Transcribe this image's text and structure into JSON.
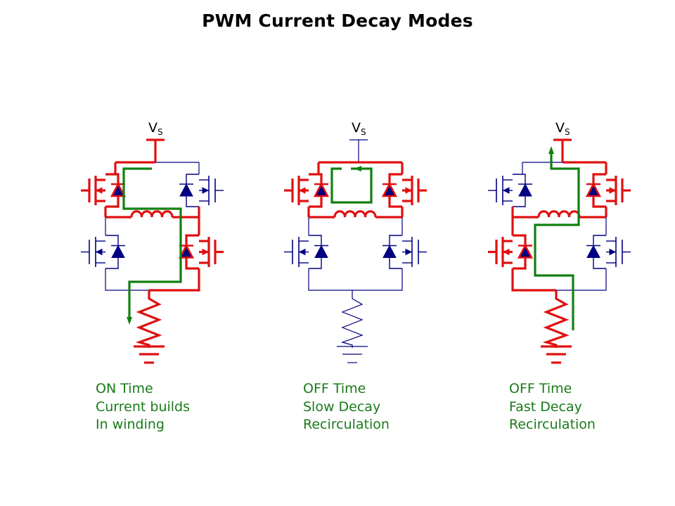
{
  "title": "PWM Current Decay Modes",
  "colors": {
    "active": "#e01010",
    "inactive": "#000080",
    "current_path": "#118011",
    "caption": "#1a7a1a"
  },
  "supply_label": {
    "main": "V",
    "sub": "S"
  },
  "circuits": [
    {
      "id": "on-time",
      "caption": [
        "ON Time",
        "Current builds",
        "In winding"
      ],
      "switches": {
        "high_left": "on",
        "high_right": "off",
        "low_left": "off",
        "low_right": "on"
      },
      "sense_resistor_active": true,
      "supply_active": true,
      "current_path_arrow": "down-to-ground"
    },
    {
      "id": "slow-decay",
      "caption": [
        "OFF Time",
        "Slow Decay",
        "Recirculation"
      ],
      "switches": {
        "high_left": "on",
        "high_right": "on",
        "low_left": "off",
        "low_right": "off"
      },
      "sense_resistor_active": false,
      "supply_active": false,
      "current_path_arrow": "loop-left"
    },
    {
      "id": "fast-decay",
      "caption": [
        "OFF Time",
        "Fast Decay",
        "Recirculation"
      ],
      "switches": {
        "high_left": "off",
        "high_right": "on",
        "low_left": "on",
        "low_right": "off"
      },
      "sense_resistor_active": true,
      "supply_active": true,
      "current_path_arrow": "up-to-supply"
    }
  ]
}
